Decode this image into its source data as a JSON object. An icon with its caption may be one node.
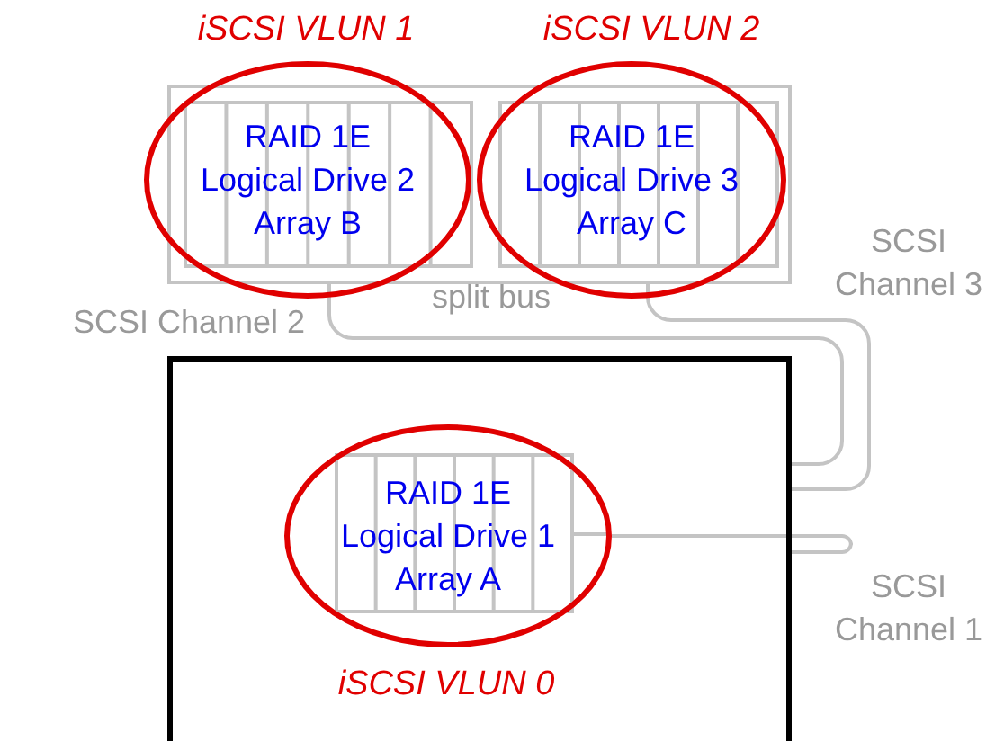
{
  "diagram": {
    "nodes": [
      {
        "text": [],
        "shape": "box"
      },
      {
        "text": [
          "RAID 1E Logical Drive 2 Array B"
        ],
        "beside": [
          "iSCSI VLUN 1"
        ]
      },
      {
        "text": [
          "RAID 1E Logical Drive 3 Array C"
        ],
        "beside": [
          "iSCSI VLUN 2"
        ]
      },
      {
        "text": [],
        "shape": "box"
      },
      {
        "text": [
          "RAID 1E Logical Drive 1 Array A"
        ],
        "beside": [
          "iSCSI VLUN 0"
        ],
        "in": 3
      }
    ],
    "edges": [
      {
        "from": 0,
        "to": 3,
        "arrow": "none"
      },
      {
        "from": 0,
        "to": 3,
        "arrow": "none"
      },
      {
        "from": 4,
        "to": 3,
        "arrow": "none"
      }
    ],
    "labels": [
      "split bus",
      "SCSI Channel 2",
      "SCSI Channel 3",
      "SCSI Channel 1"
    ]
  }
}
